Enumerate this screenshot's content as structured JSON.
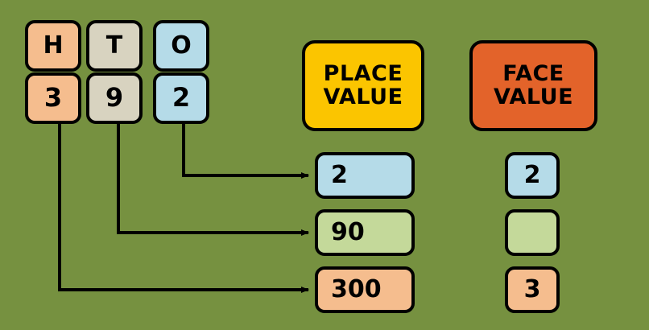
{
  "background_color": "#769140",
  "number": {
    "columns": [
      {
        "abbr": "H",
        "digit": "3",
        "color": "#f5bd8e"
      },
      {
        "abbr": "T",
        "digit": "9",
        "color": "#d8d3c0"
      },
      {
        "abbr": "O",
        "digit": "2",
        "color": "#b5dbe8"
      }
    ]
  },
  "headers": {
    "place_value": {
      "line1": "PLACE",
      "line2": "VALUE",
      "color": "#fbc500"
    },
    "face_value": {
      "line1": "FACE",
      "line2": "VALUE",
      "color": "#e3632a"
    }
  },
  "place_values": [
    {
      "value": "2",
      "color": "#b5dbe8"
    },
    {
      "value": "90",
      "color": "#c4d99a"
    },
    {
      "value": "300",
      "color": "#f5bd8e"
    }
  ],
  "face_values": [
    {
      "value": "2",
      "color": "#b5dbe8"
    },
    {
      "value": "",
      "color": "#c4d99a"
    },
    {
      "value": "3",
      "color": "#f5bd8e"
    }
  ],
  "connectors": [
    {
      "from_digit": "2",
      "to": "2",
      "label": "ones-connector"
    },
    {
      "from_digit": "9",
      "to": "90",
      "label": "tens-connector"
    },
    {
      "from_digit": "3",
      "to": "300",
      "label": "hundreds-connector"
    }
  ]
}
